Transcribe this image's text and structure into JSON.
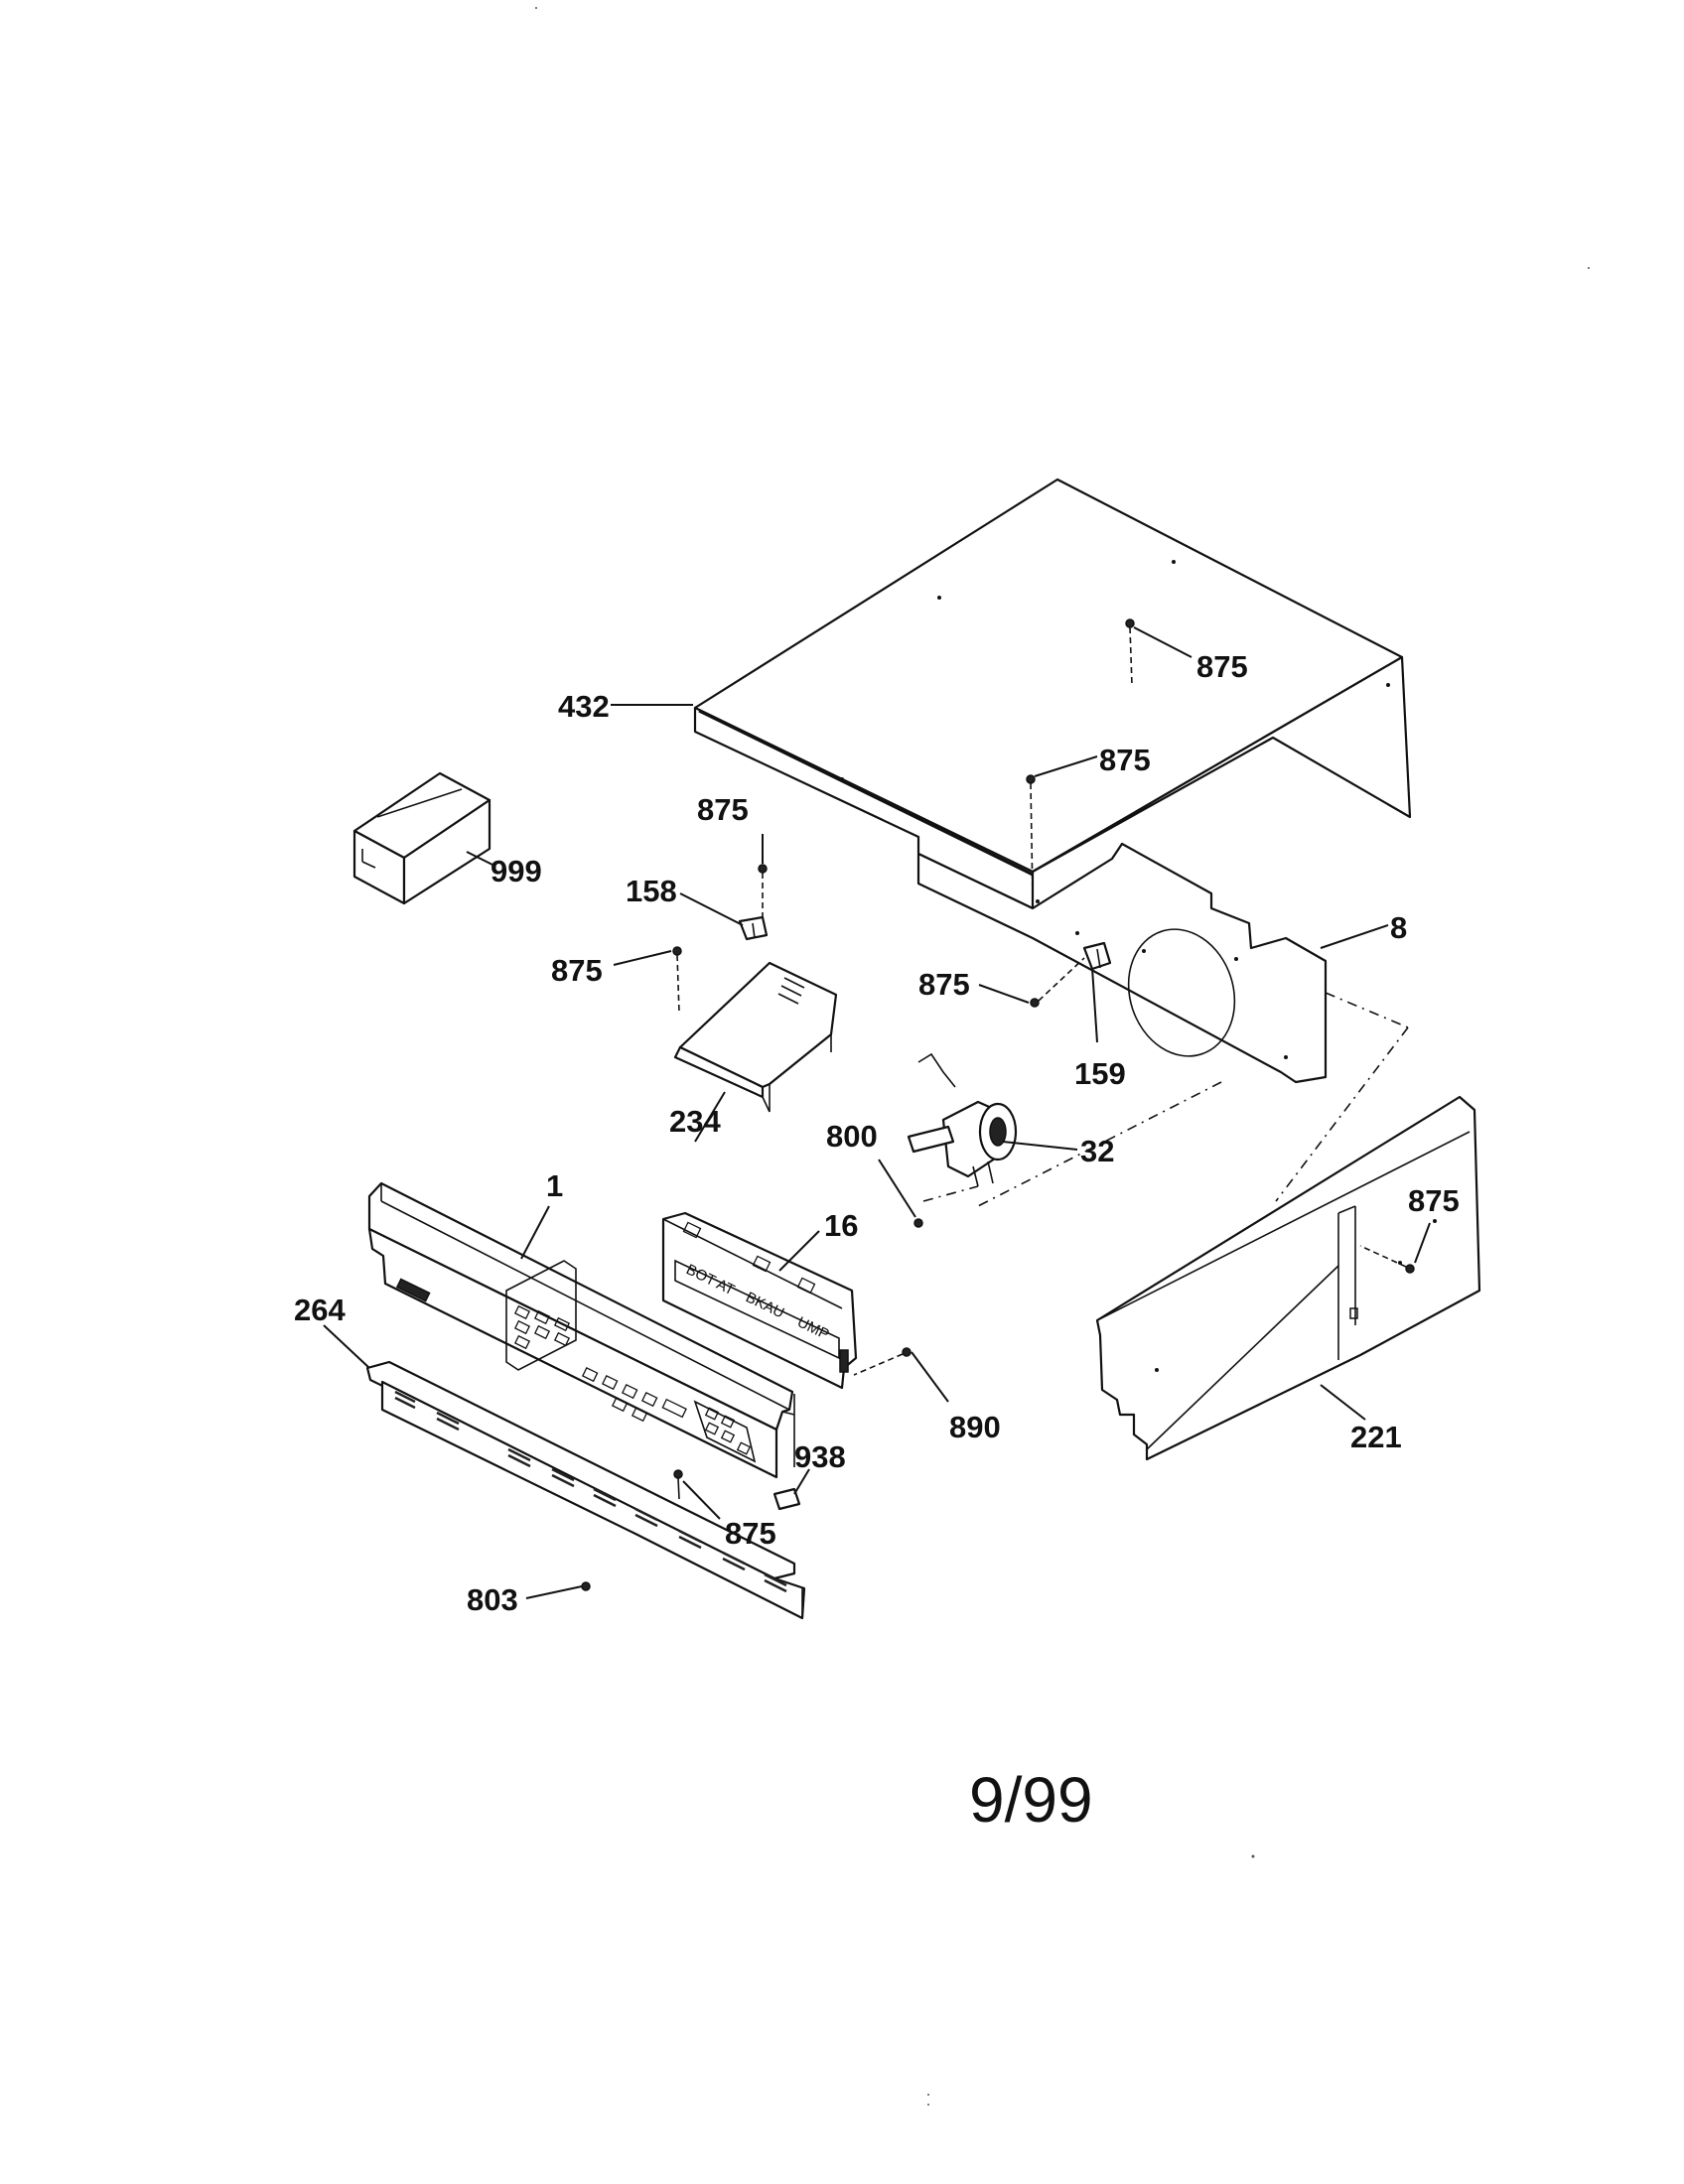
{
  "diagram": {
    "date_stamp": "9/99",
    "callouts": {
      "c432": "432",
      "c875_top_a": "875",
      "c875_top_b": "875",
      "c999": "999",
      "c875_bracket_top": "875",
      "c158": "158",
      "c875_bracket_left": "875",
      "c234": "234",
      "c8": "8",
      "c875_mid": "875",
      "c159": "159",
      "c800": "800",
      "c32": "32",
      "c1": "1",
      "c16": "16",
      "c875_side": "875",
      "c264": "264",
      "c890": "890",
      "c221": "221",
      "c938": "938",
      "c875_bottom": "875",
      "c803": "803"
    },
    "display_text": {
      "line1": "BOT  AT",
      "line2": "BKAU",
      "line3": "UMP"
    }
  }
}
